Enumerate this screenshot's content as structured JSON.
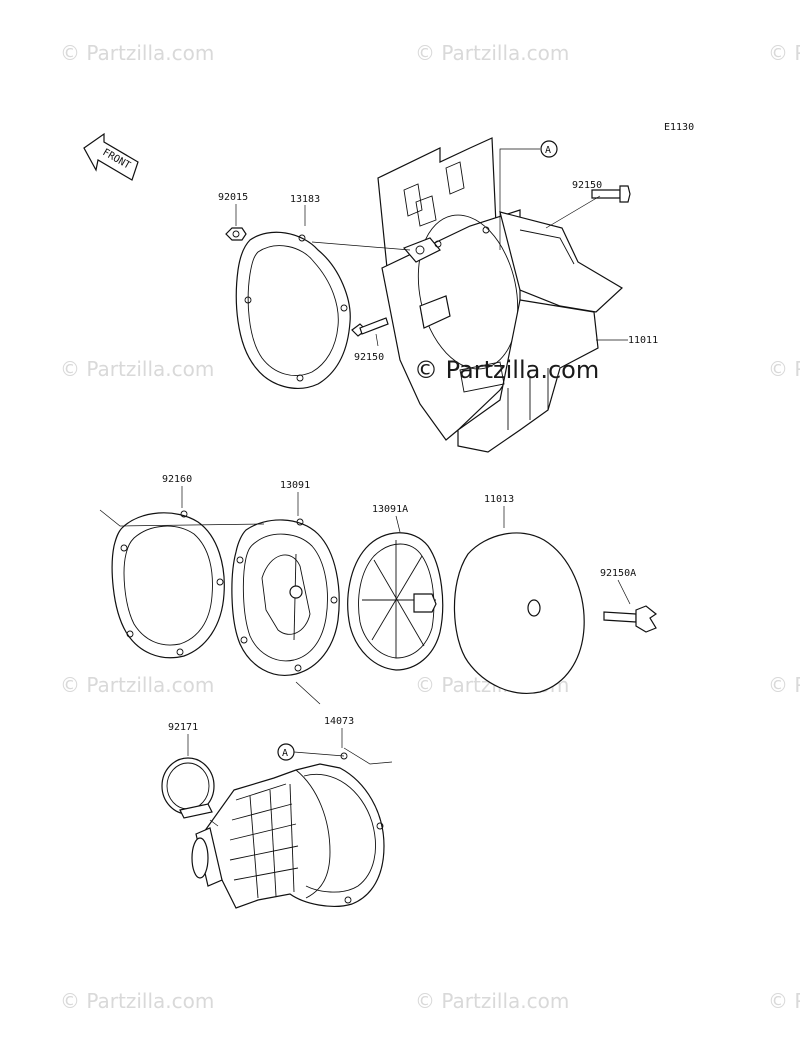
{
  "watermark": "© Partzilla.com",
  "diagram_code": "E1130",
  "front_label": "FRONT",
  "callout_letter": "A",
  "part_numbers": {
    "bolt_top_right": "92150",
    "nut": "92015",
    "gasket_top": "13183",
    "housing": "11011",
    "bolt_left": "92150",
    "gasket_mid": "92160",
    "holder": "13091",
    "frame": "13091A",
    "element": "11013",
    "wing_bolt": "92150A",
    "clamp": "92171",
    "duct": "14073"
  }
}
